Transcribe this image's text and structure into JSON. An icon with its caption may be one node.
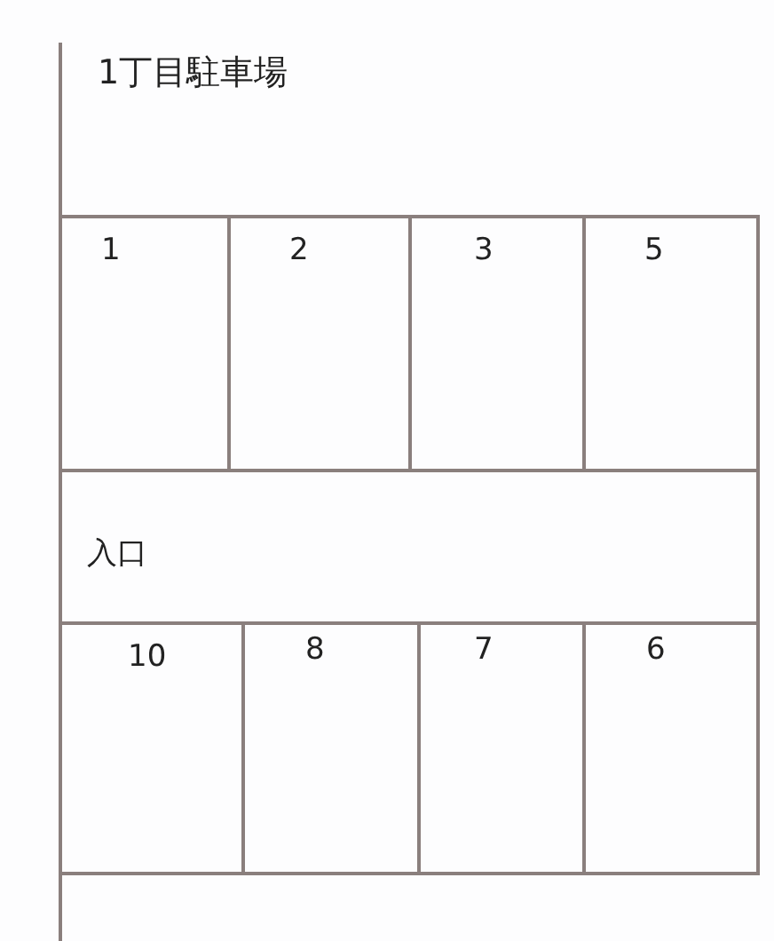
{
  "diagram": {
    "title": "1丁目駐車場",
    "nodes": [
      {
        "text": [
          "1"
        ]
      },
      {
        "text": [
          "2"
        ]
      },
      {
        "text": [
          "3"
        ]
      },
      {
        "text": [
          "5"
        ]
      },
      {
        "text": [
          "入口"
        ]
      },
      {
        "text": [
          "10"
        ]
      },
      {
        "text": [
          "8"
        ]
      },
      {
        "text": [
          "7"
        ]
      },
      {
        "text": [
          "6"
        ]
      }
    ]
  }
}
